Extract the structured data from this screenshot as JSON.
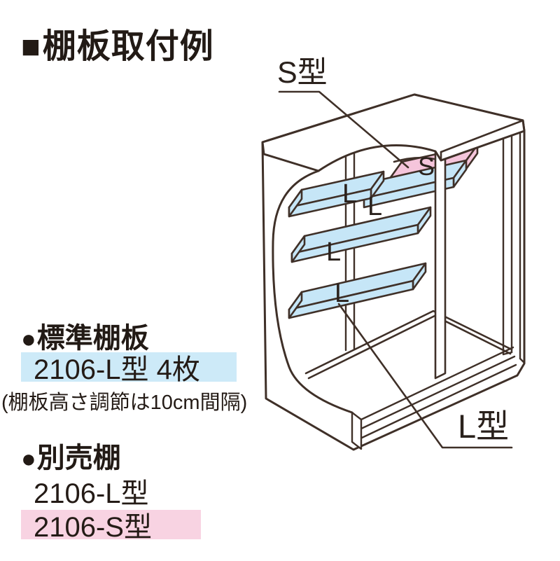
{
  "title": {
    "bullet": "■",
    "text": "棚板取付例"
  },
  "diagram": {
    "s_type_label": "S型",
    "l_type_label": "L型",
    "shelf_letters": {
      "s": "S",
      "l": "L"
    },
    "colors": {
      "line": "#3f3028",
      "shelf_blue": "#c6e6f7",
      "shelf_pink": "#f5c5db",
      "highlight_blue": "#cdeaf8",
      "highlight_pink": "#f8d3e2"
    }
  },
  "standard_shelf": {
    "bullet": "●",
    "heading": "標準棚板",
    "product": "2106-L型 4枚",
    "note": "(棚板高さ調節は10cm間隔)"
  },
  "optional_shelf": {
    "bullet": "●",
    "heading": "別売棚",
    "items": [
      {
        "label": "2106-L型"
      },
      {
        "label": "2106-S型"
      }
    ]
  }
}
